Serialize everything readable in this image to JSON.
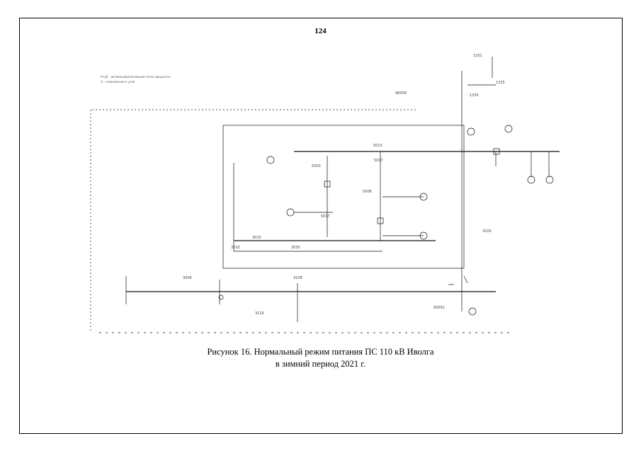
{
  "page": {
    "number": "124"
  },
  "legend": {
    "line1": "P+jQ – активный/реактивный поток мощности",
    "line2": "U – напряжение в узле"
  },
  "figure": {
    "caption_line1": "Рисунок 16. Нормальный режим  питания  ПС 110 кВ Иволга",
    "caption_line2": "в зимний период 2021 г."
  },
  "diagram_labels": {
    "n1": "1331",
    "n2": "1330",
    "n3": "1325",
    "n4": "98308",
    "n5": "5013",
    "n6": "5003",
    "n7": "5017",
    "n8": "3010",
    "n9": "3020",
    "n10": "3030",
    "n11": "3006",
    "n12": "3108",
    "n13": "93091",
    "n14": "5008",
    "n15": "5017",
    "n16": "2029",
    "n17": "3116"
  }
}
